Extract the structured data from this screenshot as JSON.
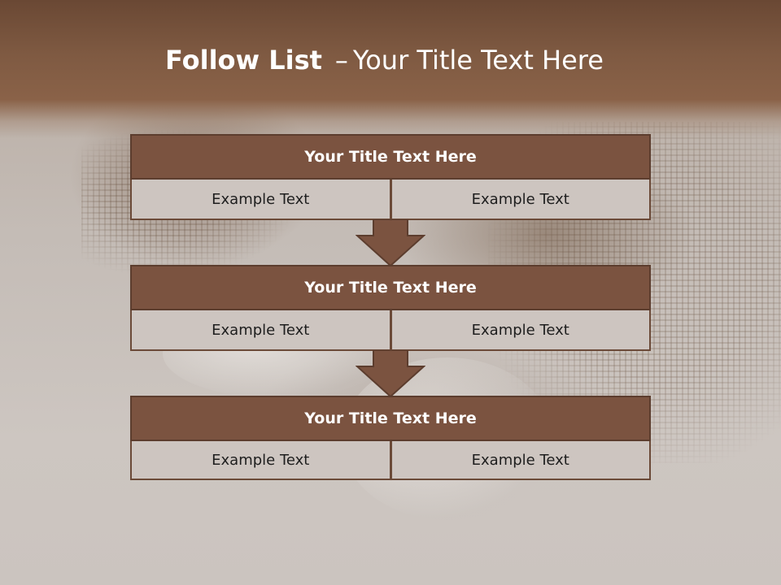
{
  "slide": {
    "title_bold": "Follow List",
    "title_dash": "–",
    "title_rest": "Your Title Text Here"
  },
  "blocks": [
    {
      "title": "Your Title Text Here",
      "cells": [
        "Example Text",
        "Example Text"
      ]
    },
    {
      "title": "Your Title Text Here",
      "cells": [
        "Example Text",
        "Example Text"
      ]
    },
    {
      "title": "Your Title Text Here",
      "cells": [
        "Example Text",
        "Example Text"
      ]
    }
  ],
  "colors": {
    "header_brown": "#7f5a42",
    "block_title_brown": "#7b5340",
    "cell_fill": "#cdc5c0",
    "arrow_fill": "#7b5340"
  }
}
